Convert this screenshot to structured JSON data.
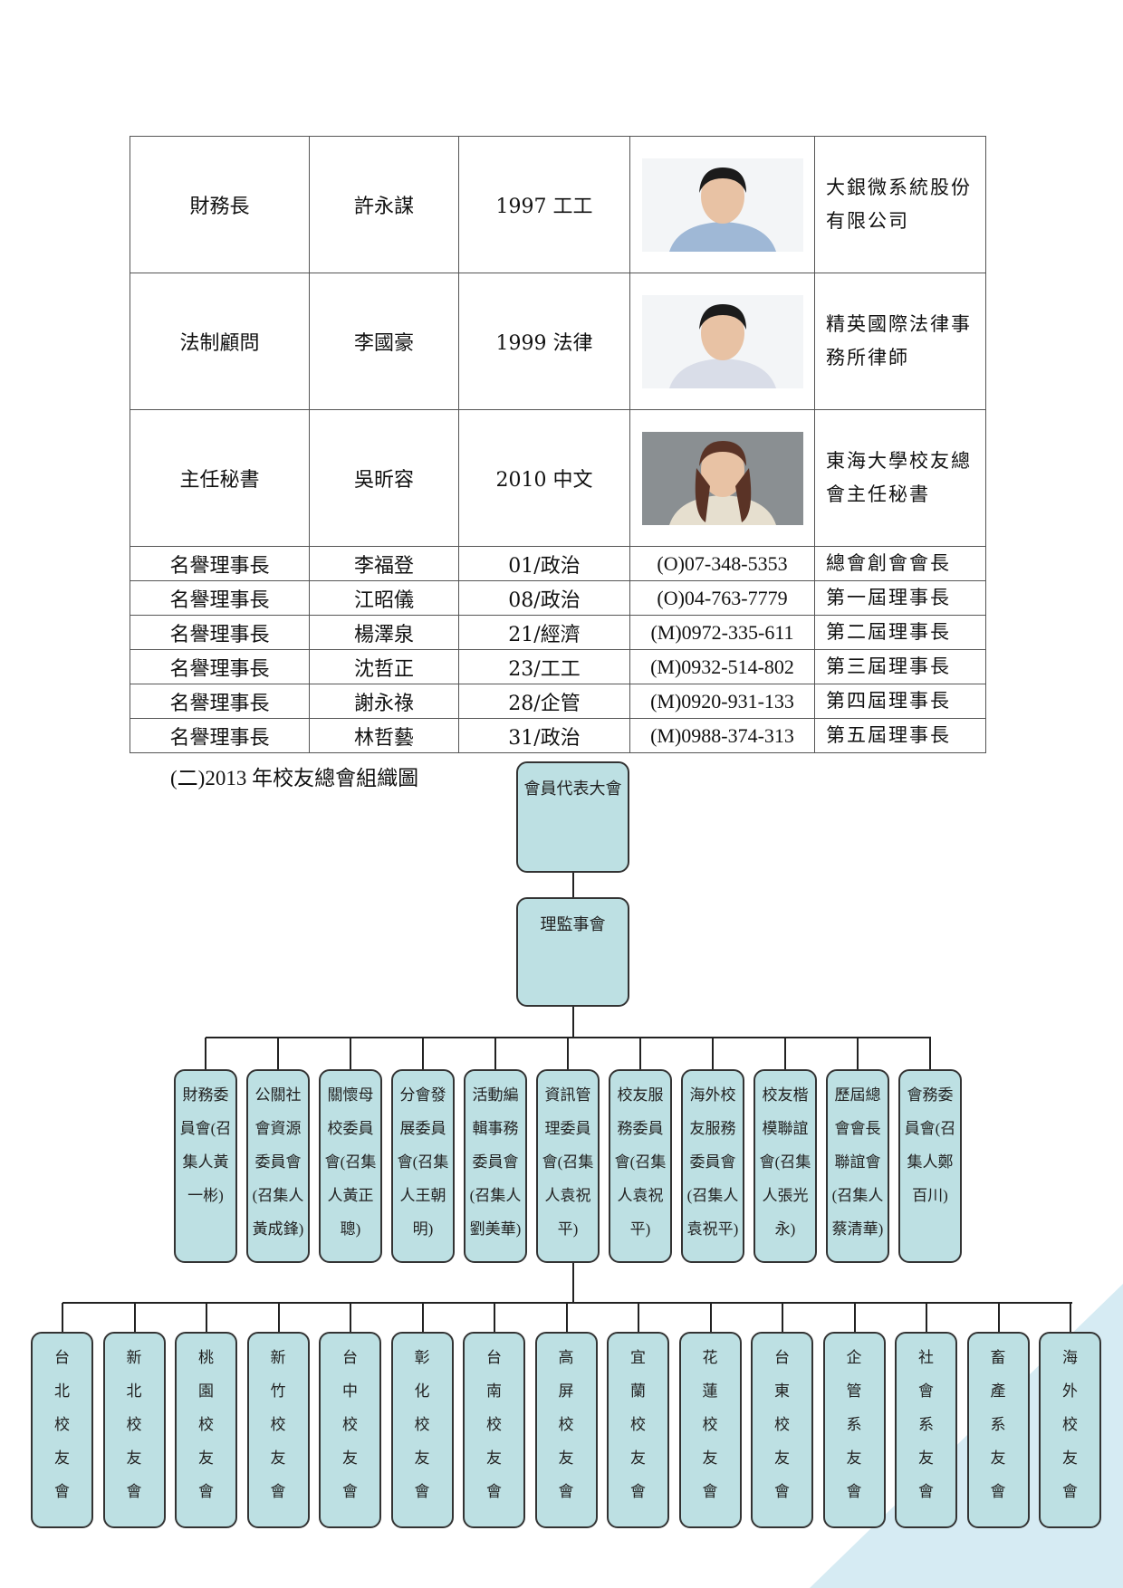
{
  "officers": [
    {
      "title": "財務長",
      "name": "許永謀",
      "class": "1997 工工",
      "photo": "photo-man-1",
      "org": "大銀微系統股份有限公司"
    },
    {
      "title": "法制顧問",
      "name": "李國豪",
      "class": "1999 法律",
      "photo": "photo-man-2",
      "org": "精英國際法律事務所律師"
    },
    {
      "title": "主任秘書",
      "name": "吳昕容",
      "class": "2010 中文",
      "photo": "photo-woman",
      "org": "東海大學校友總會主任秘書"
    }
  ],
  "honorary": [
    {
      "title": "名譽理事長",
      "name": "李福登",
      "class": "01/政治",
      "phone": "(O)07-348-5353",
      "role": "總會創會會長"
    },
    {
      "title": "名譽理事長",
      "name": "江昭儀",
      "class": "08/政治",
      "phone": "(O)04-763-7779",
      "role": "第一屆理事長"
    },
    {
      "title": "名譽理事長",
      "name": "楊澤泉",
      "class": "21/經濟",
      "phone": "(M)0972-335-611",
      "role": "第二屆理事長"
    },
    {
      "title": "名譽理事長",
      "name": "沈哲正",
      "class": "23/工工",
      "phone": "(M)0932-514-802",
      "role": "第三屆理事長"
    },
    {
      "title": "名譽理事長",
      "name": "謝永祿",
      "class": "28/企管",
      "phone": "(M)0920-931-133",
      "role": "第四屆理事長"
    },
    {
      "title": "名譽理事長",
      "name": "林哲藝",
      "class": "31/政治",
      "phone": "(M)0988-374-313",
      "role": "第五屆理事長"
    }
  ],
  "chart": {
    "caption": "(二)2013 年校友總會組織圖",
    "top": "會員代表大會",
    "board": "理監事會",
    "committees": [
      "財務委\n員會(召\n集人黃\n一彬)",
      "公關社\n會資源\n委員會\n(召集人\n黃成鋒)",
      "關懷母\n校委員\n會(召集\n人黃正\n聰)",
      "分會發\n展委員\n會(召集\n人王朝\n明)",
      "活動編\n輯事務\n委員會\n(召集人\n劉美華)",
      "資訊管\n理委員\n會(召集\n人袁祝\n平)",
      "校友服\n務委員\n會(召集\n人袁祝\n平)",
      "海外校\n友服務\n委員會\n(召集人\n袁祝平)",
      "校友楷\n模聯誼\n會(召集\n人張光\n永)",
      "歷屆總\n會會長\n聯誼會\n(召集人\n蔡清華)",
      "會務委\n員會(召\n集人鄭\n百川)"
    ],
    "chapters": [
      "台\n北\n校\n友\n會",
      "新\n北\n校\n友\n會",
      "桃\n園\n校\n友\n會",
      "新\n竹\n校\n友\n會",
      "台\n中\n校\n友\n會",
      "彰\n化\n校\n友\n會",
      "台\n南\n校\n友\n會",
      "高\n屏\n校\n友\n會",
      "宜\n蘭\n校\n友\n會",
      "花\n蓮\n校\n友\n會",
      "台\n東\n校\n友\n會",
      "企\n管\n系\n友\n會",
      "社\n會\n系\n友\n會",
      "畜\n產\n系\n友\n會",
      "海\n外\n校\n友\n會"
    ]
  },
  "colors": {
    "box": "#bde0e3",
    "corner": "#d6ebf3"
  }
}
